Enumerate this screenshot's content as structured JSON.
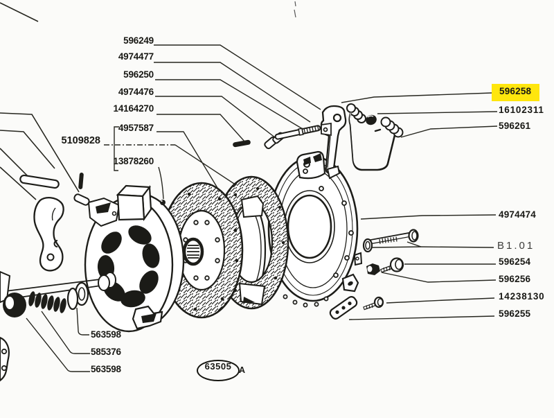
{
  "colors": {
    "ink": "#1d1d19",
    "leader": "#26261f",
    "highlight": "#ffe60d",
    "background": "#fbfbf9"
  },
  "part_labels": {
    "left_column": [
      "596249",
      "4974477",
      "596250",
      "4974476",
      "14164270",
      "4957587",
      "13878260"
    ],
    "group_reference": "5109828",
    "right_column_top": [
      "596258",
      "16102311",
      "596261"
    ],
    "right_column_bottom": [
      "4974474",
      "B1.01",
      "596254",
      "596256",
      "14238130",
      "596255"
    ],
    "bottom_left_column": [
      "563598",
      "585376",
      "563598"
    ],
    "highlighted_part": "596258"
  },
  "stamp": {
    "number": "63505",
    "suffix": "A"
  }
}
